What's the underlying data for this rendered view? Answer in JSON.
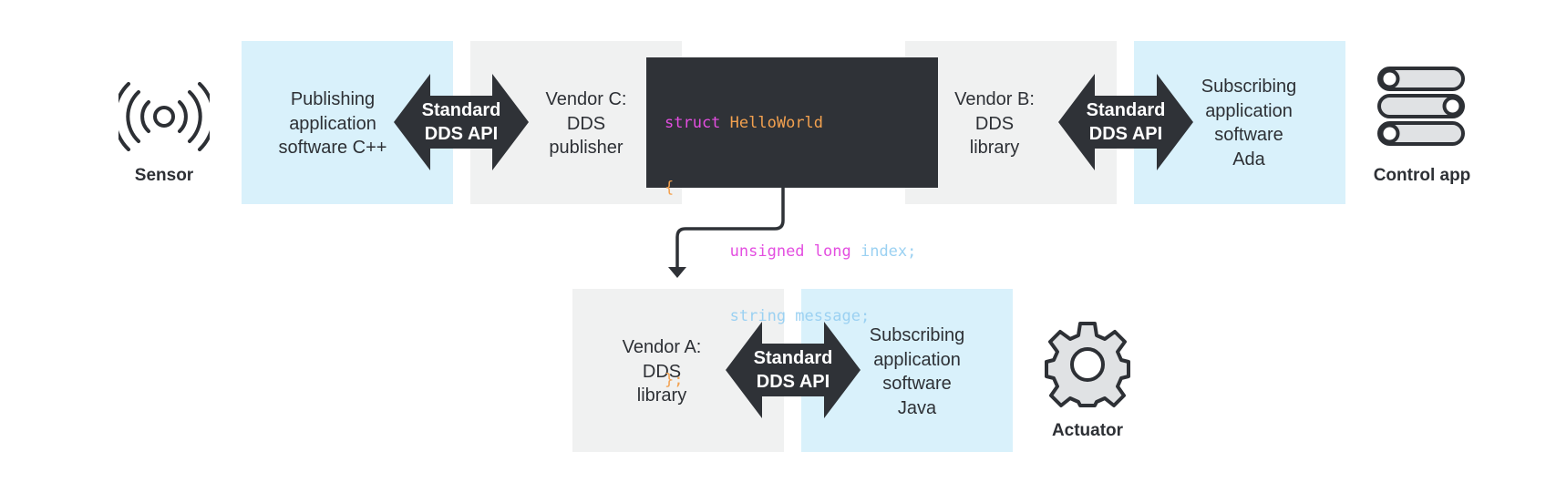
{
  "sensor": {
    "icon": "sensor-icon",
    "label": "Sensor"
  },
  "control_app": {
    "icon": "control-app-icon",
    "label": "Control app"
  },
  "actuator": {
    "icon": "gear-icon",
    "label": "Actuator"
  },
  "publisher_app": {
    "lines": [
      "Publishing",
      "application",
      "software C++"
    ]
  },
  "vendor_c": {
    "lines": [
      "Vendor C:",
      "DDS",
      "publisher"
    ]
  },
  "vendor_b": {
    "lines": [
      "Vendor B:",
      "DDS",
      "library"
    ]
  },
  "subscriber_ada": {
    "lines": [
      "Subscribing",
      "application",
      "software",
      "Ada"
    ]
  },
  "vendor_a": {
    "lines": [
      "Vendor A:",
      "DDS",
      "library"
    ]
  },
  "subscriber_java": {
    "lines": [
      "Subscribing",
      "application",
      "software",
      "Java"
    ]
  },
  "api_label": {
    "lines": [
      "Standard",
      "DDS API"
    ]
  },
  "code": {
    "line1_kw": "struct",
    "line1_type": "HelloWorld",
    "open_brace": "{",
    "line3_kw": "unsigned long",
    "line3_id": "index;",
    "line4_id": "string message;",
    "close_brace": "};"
  },
  "colors": {
    "app_box": "#d9f1fb",
    "library_box": "#f0f1f1",
    "dark": "#2f3237",
    "keyword": "#e34ee0",
    "type": "#f3a14f",
    "identifier": "#9bd1f2"
  }
}
